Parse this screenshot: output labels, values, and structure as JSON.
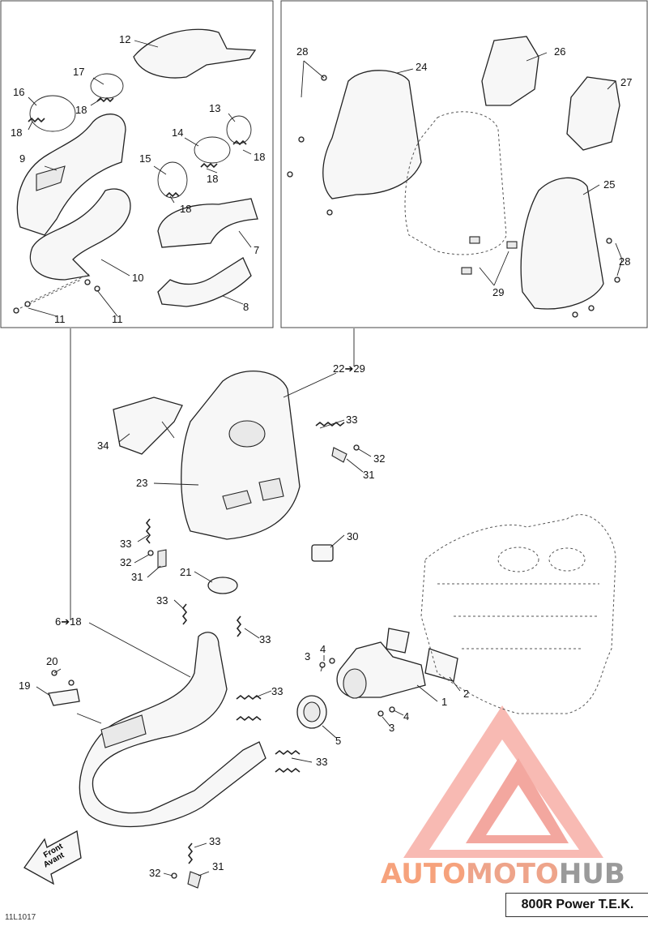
{
  "title": "800R Power T.E.K.",
  "figure_code": "11L1017",
  "watermark": {
    "part1": "AUTO",
    "part2": "MOTO",
    "part3": "HUB"
  },
  "direction": {
    "line1": "Front",
    "line2": "Avant"
  },
  "callouts": {
    "c1": "1",
    "c2": "2",
    "c3a": "3",
    "c3b": "3",
    "c4a": "4",
    "c4b": "4",
    "c5": "5",
    "c6_18": "6➔18",
    "c7": "7",
    "c8": "8",
    "c9": "9",
    "c10": "10",
    "c11a": "11",
    "c11b": "11",
    "c12": "12",
    "c13": "13",
    "c14": "14",
    "c15": "15",
    "c16": "16",
    "c17": "17",
    "c18a": "18",
    "c18b": "18",
    "c18c": "18",
    "c18d": "18",
    "c18e": "18",
    "c19": "19",
    "c20": "20",
    "c21": "21",
    "c22_29": "22➔29",
    "c23": "23",
    "c24": "24",
    "c25": "25",
    "c26": "26",
    "c27": "27",
    "c28a": "28",
    "c28b": "28",
    "c29": "29",
    "c30": "30",
    "c31a": "31",
    "c31b": "31",
    "c31c": "31",
    "c32a": "32",
    "c32b": "32",
    "c32c": "32",
    "c33a": "33",
    "c33b": "33",
    "c33c": "33",
    "c33d": "33",
    "c33e": "33",
    "c33f": "33",
    "c33g": "33",
    "c34": "34"
  },
  "colors": {
    "watermark_red": "#f08a80",
    "watermark_orange": "#f6a27c",
    "watermark_gray": "#9a9a9a"
  }
}
